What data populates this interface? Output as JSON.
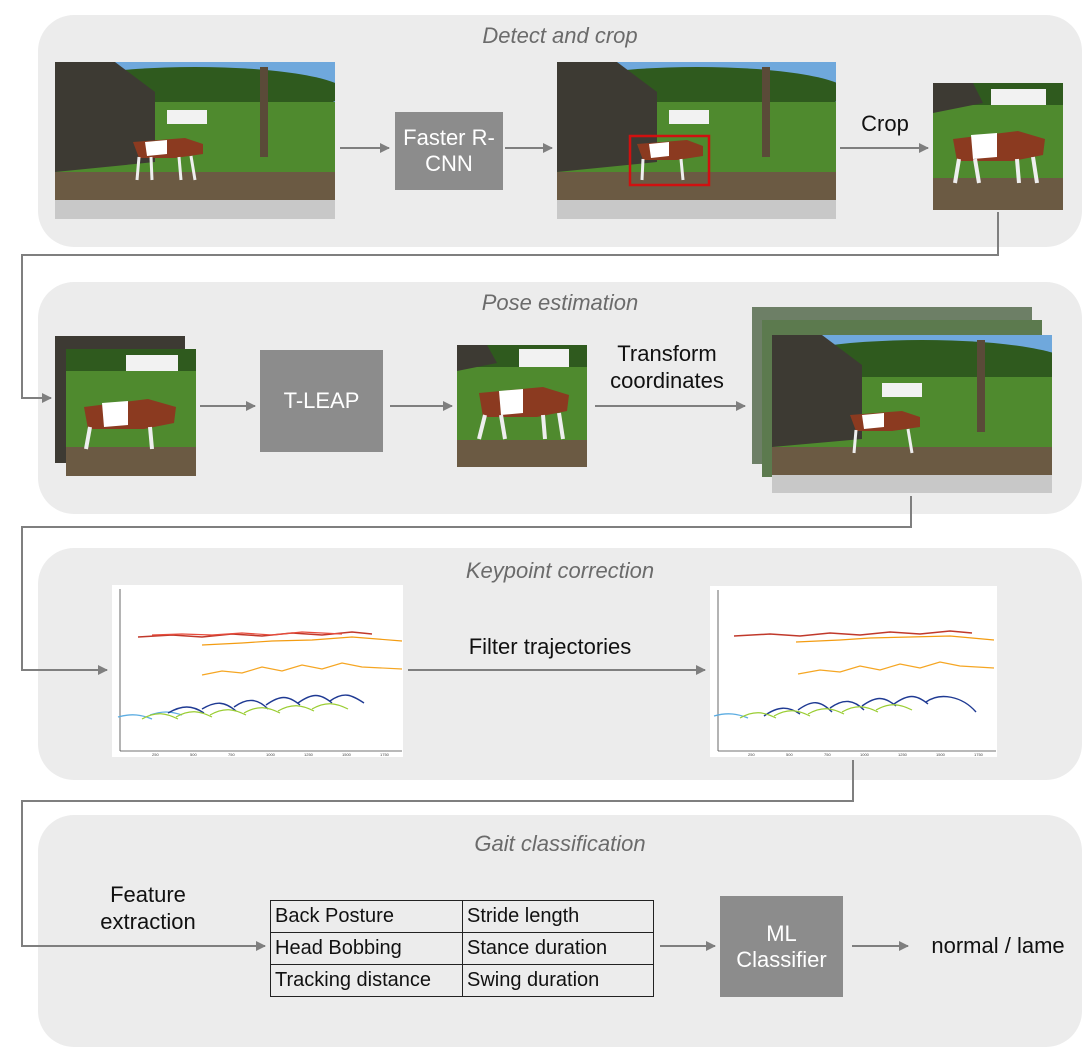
{
  "panels": {
    "detect": {
      "title": "Detect and crop",
      "detector_label": "Faster R-CNN",
      "crop_label": "Crop"
    },
    "pose": {
      "title": "Pose estimation",
      "model_label": "T-LEAP",
      "transform_label": "Transform coordinates"
    },
    "keypoint": {
      "title": "Keypoint correction",
      "filter_label": "Filter trajectories"
    },
    "gait": {
      "title": "Gait classification",
      "feature_label": "Feature extraction",
      "features": [
        [
          "Back Posture",
          "Stride length"
        ],
        [
          "Head Bobbing",
          "Stance duration"
        ],
        [
          "Tracking distance",
          "Swing duration"
        ]
      ],
      "classifier_label": "ML Classifier",
      "output_label": "normal / lame"
    }
  },
  "colors": {
    "panel_bg": "#ececec",
    "box_fill": "#8c8c8c",
    "arrow": "#7f7f7f",
    "bbox": "#d01010"
  }
}
